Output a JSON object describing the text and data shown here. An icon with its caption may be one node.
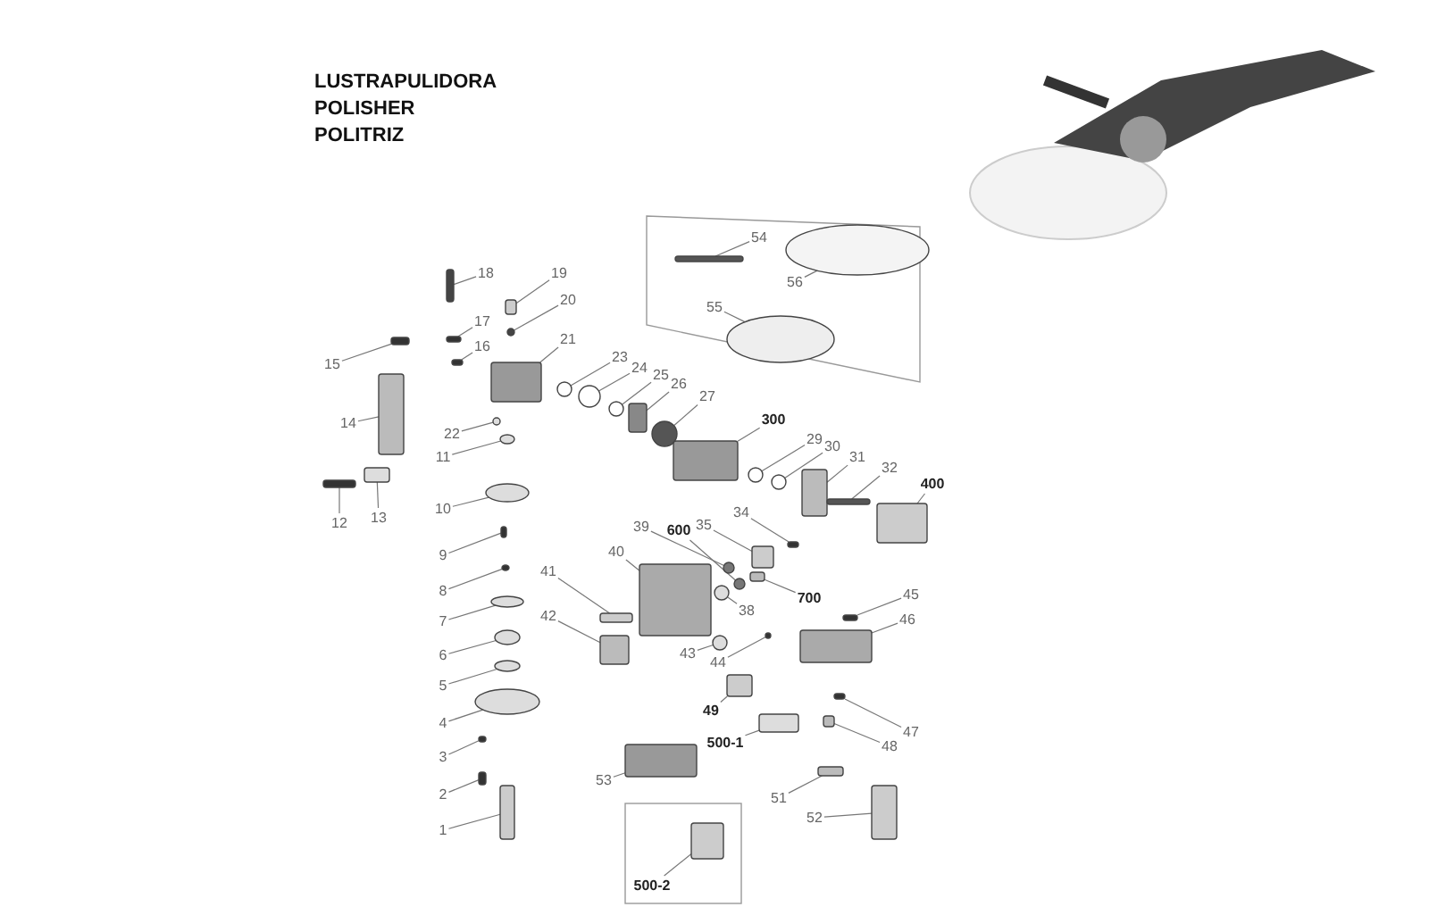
{
  "diagram": {
    "nodes": [
      {
        "text": [
          "18"
        ]
      },
      {
        "text": [
          "19"
        ]
      },
      {
        "text": [
          "20"
        ]
      },
      {
        "text": [
          "15"
        ]
      },
      {
        "text": [
          "17"
        ]
      },
      {
        "text": [
          "16"
        ]
      },
      {
        "text": [
          "21"
        ]
      },
      {
        "text": [
          "14"
        ]
      },
      {
        "text": [
          "22"
        ]
      },
      {
        "text": [
          "11"
        ]
      },
      {
        "text": [
          "13"
        ]
      },
      {
        "text": [
          "12"
        ]
      },
      {
        "text": [
          "10"
        ]
      },
      {
        "text": [
          "23"
        ]
      },
      {
        "text": [
          "24"
        ]
      },
      {
        "text": [
          "25"
        ]
      },
      {
        "text": [
          "26"
        ]
      },
      {
        "text": [
          "27"
        ]
      },
      {
        "text": [
          "300"
        ]
      },
      {
        "text": [
          "29"
        ]
      },
      {
        "text": [
          "30"
        ]
      },
      {
        "text": [
          "31"
        ]
      },
      {
        "text": [
          "32"
        ]
      },
      {
        "text": [
          "400"
        ]
      },
      {
        "text": [
          "34"
        ]
      },
      {
        "text": [
          "35"
        ]
      },
      {
        "text": [
          "600"
        ]
      },
      {
        "text": [
          "39"
        ]
      },
      {
        "text": [
          "40"
        ]
      },
      {
        "text": [
          "41"
        ]
      },
      {
        "text": [
          "42"
        ]
      },
      {
        "text": [
          "38"
        ]
      },
      {
        "text": [
          "700"
        ]
      },
      {
        "text": [
          "43"
        ]
      },
      {
        "text": [
          "44"
        ]
      },
      {
        "text": [
          "45"
        ]
      },
      {
        "text": [
          "46"
        ]
      },
      {
        "text": [
          "47"
        ]
      },
      {
        "text": [
          "48"
        ]
      },
      {
        "text": [
          "49"
        ]
      },
      {
        "text": [
          "500-1"
        ]
      },
      {
        "text": [
          "53"
        ]
      },
      {
        "text": [
          "51"
        ]
      },
      {
        "text": [
          "52"
        ]
      },
      {
        "text": [
          "9"
        ]
      },
      {
        "text": [
          "8"
        ]
      },
      {
        "text": [
          "7"
        ]
      },
      {
        "text": [
          "6"
        ]
      },
      {
        "text": [
          "5"
        ]
      },
      {
        "text": [
          "4"
        ]
      },
      {
        "text": [
          "3"
        ]
      },
      {
        "text": [
          "2"
        ]
      },
      {
        "text": [
          "1"
        ]
      },
      {
        "text": [
          "54"
        ]
      },
      {
        "text": [
          "55"
        ]
      },
      {
        "text": [
          "56"
        ]
      },
      {
        "text": [
          "500-2"
        ]
      },
      {
        "text": [],
        "shape": "box"
      },
      {
        "text": [],
        "shape": "box"
      },
      {
        "text": [],
        "shape": "circle"
      },
      {
        "text": [],
        "shape": "box"
      },
      {
        "text": [],
        "shape": "box"
      },
      {
        "text": [],
        "shape": "box"
      },
      {
        "text": [],
        "shape": "box"
      },
      {
        "text": [],
        "shape": "box"
      },
      {
        "text": [],
        "shape": "circle"
      },
      {
        "text": [],
        "shape": "circle"
      },
      {
        "text": [],
        "shape": "box"
      },
      {
        "text": [],
        "shape": "box"
      },
      {
        "text": [],
        "shape": "circle"
      },
      {
        "text": [],
        "shape": "circle"
      },
      {
        "text": [],
        "shape": "circle"
      },
      {
        "text": [],
        "shape": "circle"
      },
      {
        "text": [],
        "shape": "box"
      },
      {
        "text": [],
        "shape": "circle"
      },
      {
        "text": [],
        "shape": "box"
      },
      {
        "text": [],
        "shape": "circle"
      },
      {
        "text": [],
        "shape": "circle"
      },
      {
        "text": [],
        "shape": "box"
      },
      {
        "text": [],
        "shape": "box"
      },
      {
        "text": [],
        "shape": "box"
      },
      {
        "text": [],
        "shape": "box"
      },
      {
        "text": [],
        "shape": "box"
      },
      {
        "text": [],
        "shape": "circle"
      },
      {
        "text": [],
        "shape": "circle"
      },
      {
        "text": [],
        "shape": "box"
      },
      {
        "text": [],
        "shape": "box"
      },
      {
        "text": [],
        "shape": "box"
      },
      {
        "text": [],
        "shape": "circle"
      },
      {
        "text": [],
        "shape": "box"
      },
      {
        "text": [],
        "shape": "circle"
      },
      {
        "text": [],
        "shape": "circle"
      },
      {
        "text": [],
        "shape": "box"
      },
      {
        "text": [],
        "shape": "box"
      },
      {
        "text": [],
        "shape": "box"
      },
      {
        "text": [],
        "shape": "box"
      },
      {
        "text": [],
        "shape": "box"
      },
      {
        "text": [],
        "shape": "box"
      },
      {
        "text": [],
        "shape": "box"
      },
      {
        "text": [],
        "shape": "box"
      },
      {
        "text": [],
        "shape": "box"
      },
      {
        "text": [],
        "shape": "box"
      },
      {
        "text": [],
        "shape": "circle"
      },
      {
        "text": [],
        "shape": "circle"
      },
      {
        "text": [],
        "shape": "circle"
      },
      {
        "text": [],
        "shape": "circle"
      },
      {
        "text": [],
        "shape": "circle"
      },
      {
        "text": [],
        "shape": "box"
      },
      {
        "text": [],
        "shape": "box"
      },
      {
        "text": [],
        "shape": "box"
      },
      {
        "text": [],
        "shape": "box"
      },
      {
        "text": [],
        "shape": "circle"
      },
      {
        "text": [],
        "shape": "circle"
      },
      {
        "text": [],
        "shape": "box"
      }
    ],
    "edges": [
      {
        "from": 0,
        "to": 57,
        "arrow": "none"
      },
      {
        "from": 1,
        "to": 58,
        "arrow": "none"
      },
      {
        "from": 2,
        "to": 59,
        "arrow": "none"
      },
      {
        "from": 3,
        "to": 60,
        "arrow": "none"
      },
      {
        "from": 4,
        "to": 61,
        "arrow": "none"
      },
      {
        "from": 5,
        "to": 62,
        "arrow": "none"
      },
      {
        "from": 6,
        "to": 63,
        "arrow": "none"
      },
      {
        "from": 7,
        "to": 64,
        "arrow": "none"
      },
      {
        "from": 8,
        "to": 65,
        "arrow": "none"
      },
      {
        "from": 9,
        "to": 66,
        "arrow": "none"
      },
      {
        "from": 10,
        "to": 67,
        "arrow": "none"
      },
      {
        "from": 11,
        "to": 68,
        "arrow": "none"
      },
      {
        "from": 12,
        "to": 69,
        "arrow": "none"
      },
      {
        "from": 13,
        "to": 70,
        "arrow": "none"
      },
      {
        "from": 14,
        "to": 71,
        "arrow": "none"
      },
      {
        "from": 15,
        "to": 72,
        "arrow": "none"
      },
      {
        "from": 16,
        "to": 73,
        "arrow": "none"
      },
      {
        "from": 17,
        "to": 74,
        "arrow": "none"
      },
      {
        "from": 18,
        "to": 75,
        "arrow": "none"
      },
      {
        "from": 19,
        "to": 76,
        "arrow": "none"
      },
      {
        "from": 20,
        "to": 77,
        "arrow": "none"
      },
      {
        "from": 21,
        "to": 78,
        "arrow": "none"
      },
      {
        "from": 22,
        "to": 79,
        "arrow": "none"
      },
      {
        "from": 23,
        "to": 80,
        "arrow": "none"
      },
      {
        "from": 24,
        "to": 81,
        "arrow": "none"
      },
      {
        "from": 25,
        "to": 82,
        "arrow": "none"
      },
      {
        "from": 26,
        "to": 83,
        "arrow": "none"
      },
      {
        "from": 27,
        "to": 84,
        "arrow": "none"
      },
      {
        "from": 28,
        "to": 85,
        "arrow": "none"
      },
      {
        "from": 29,
        "to": 86,
        "arrow": "none"
      },
      {
        "from": 30,
        "to": 87,
        "arrow": "none"
      },
      {
        "from": 31,
        "to": 88,
        "arrow": "none"
      },
      {
        "from": 32,
        "to": 89,
        "arrow": "none"
      },
      {
        "from": 33,
        "to": 90,
        "arrow": "none"
      },
      {
        "from": 34,
        "to": 91,
        "arrow": "none"
      },
      {
        "from": 35,
        "to": 92,
        "arrow": "none"
      },
      {
        "from": 36,
        "to": 93,
        "arrow": "none"
      },
      {
        "from": 37,
        "to": 94,
        "arrow": "none"
      },
      {
        "from": 38,
        "to": 95,
        "arrow": "none"
      },
      {
        "from": 39,
        "to": 96,
        "arrow": "none"
      },
      {
        "from": 40,
        "to": 97,
        "arrow": "none"
      },
      {
        "from": 41,
        "to": 98,
        "arrow": "none"
      },
      {
        "from": 42,
        "to": 99,
        "arrow": "none"
      },
      {
        "from": 43,
        "to": 100,
        "arrow": "none"
      },
      {
        "from": 44,
        "to": 101,
        "arrow": "none"
      },
      {
        "from": 45,
        "to": 102,
        "arrow": "none"
      },
      {
        "from": 46,
        "to": 103,
        "arrow": "none"
      },
      {
        "from": 47,
        "to": 104,
        "arrow": "none"
      },
      {
        "from": 48,
        "to": 105,
        "arrow": "none"
      },
      {
        "from": 49,
        "to": 106,
        "arrow": "none"
      },
      {
        "from": 50,
        "to": 107,
        "arrow": "none"
      },
      {
        "from": 51,
        "to": 108,
        "arrow": "none"
      },
      {
        "from": 52,
        "to": 109,
        "arrow": "none"
      },
      {
        "from": 53,
        "to": 110,
        "arrow": "none"
      },
      {
        "from": 54,
        "to": 111,
        "arrow": "none"
      },
      {
        "from": 55,
        "to": 112,
        "arrow": "none"
      },
      {
        "from": 56,
        "to": 113,
        "arrow": "none"
      }
    ],
    "labels": [
      "LUSTRAPULIDORA",
      "POLISHER",
      "POLITRIZ"
    ]
  }
}
